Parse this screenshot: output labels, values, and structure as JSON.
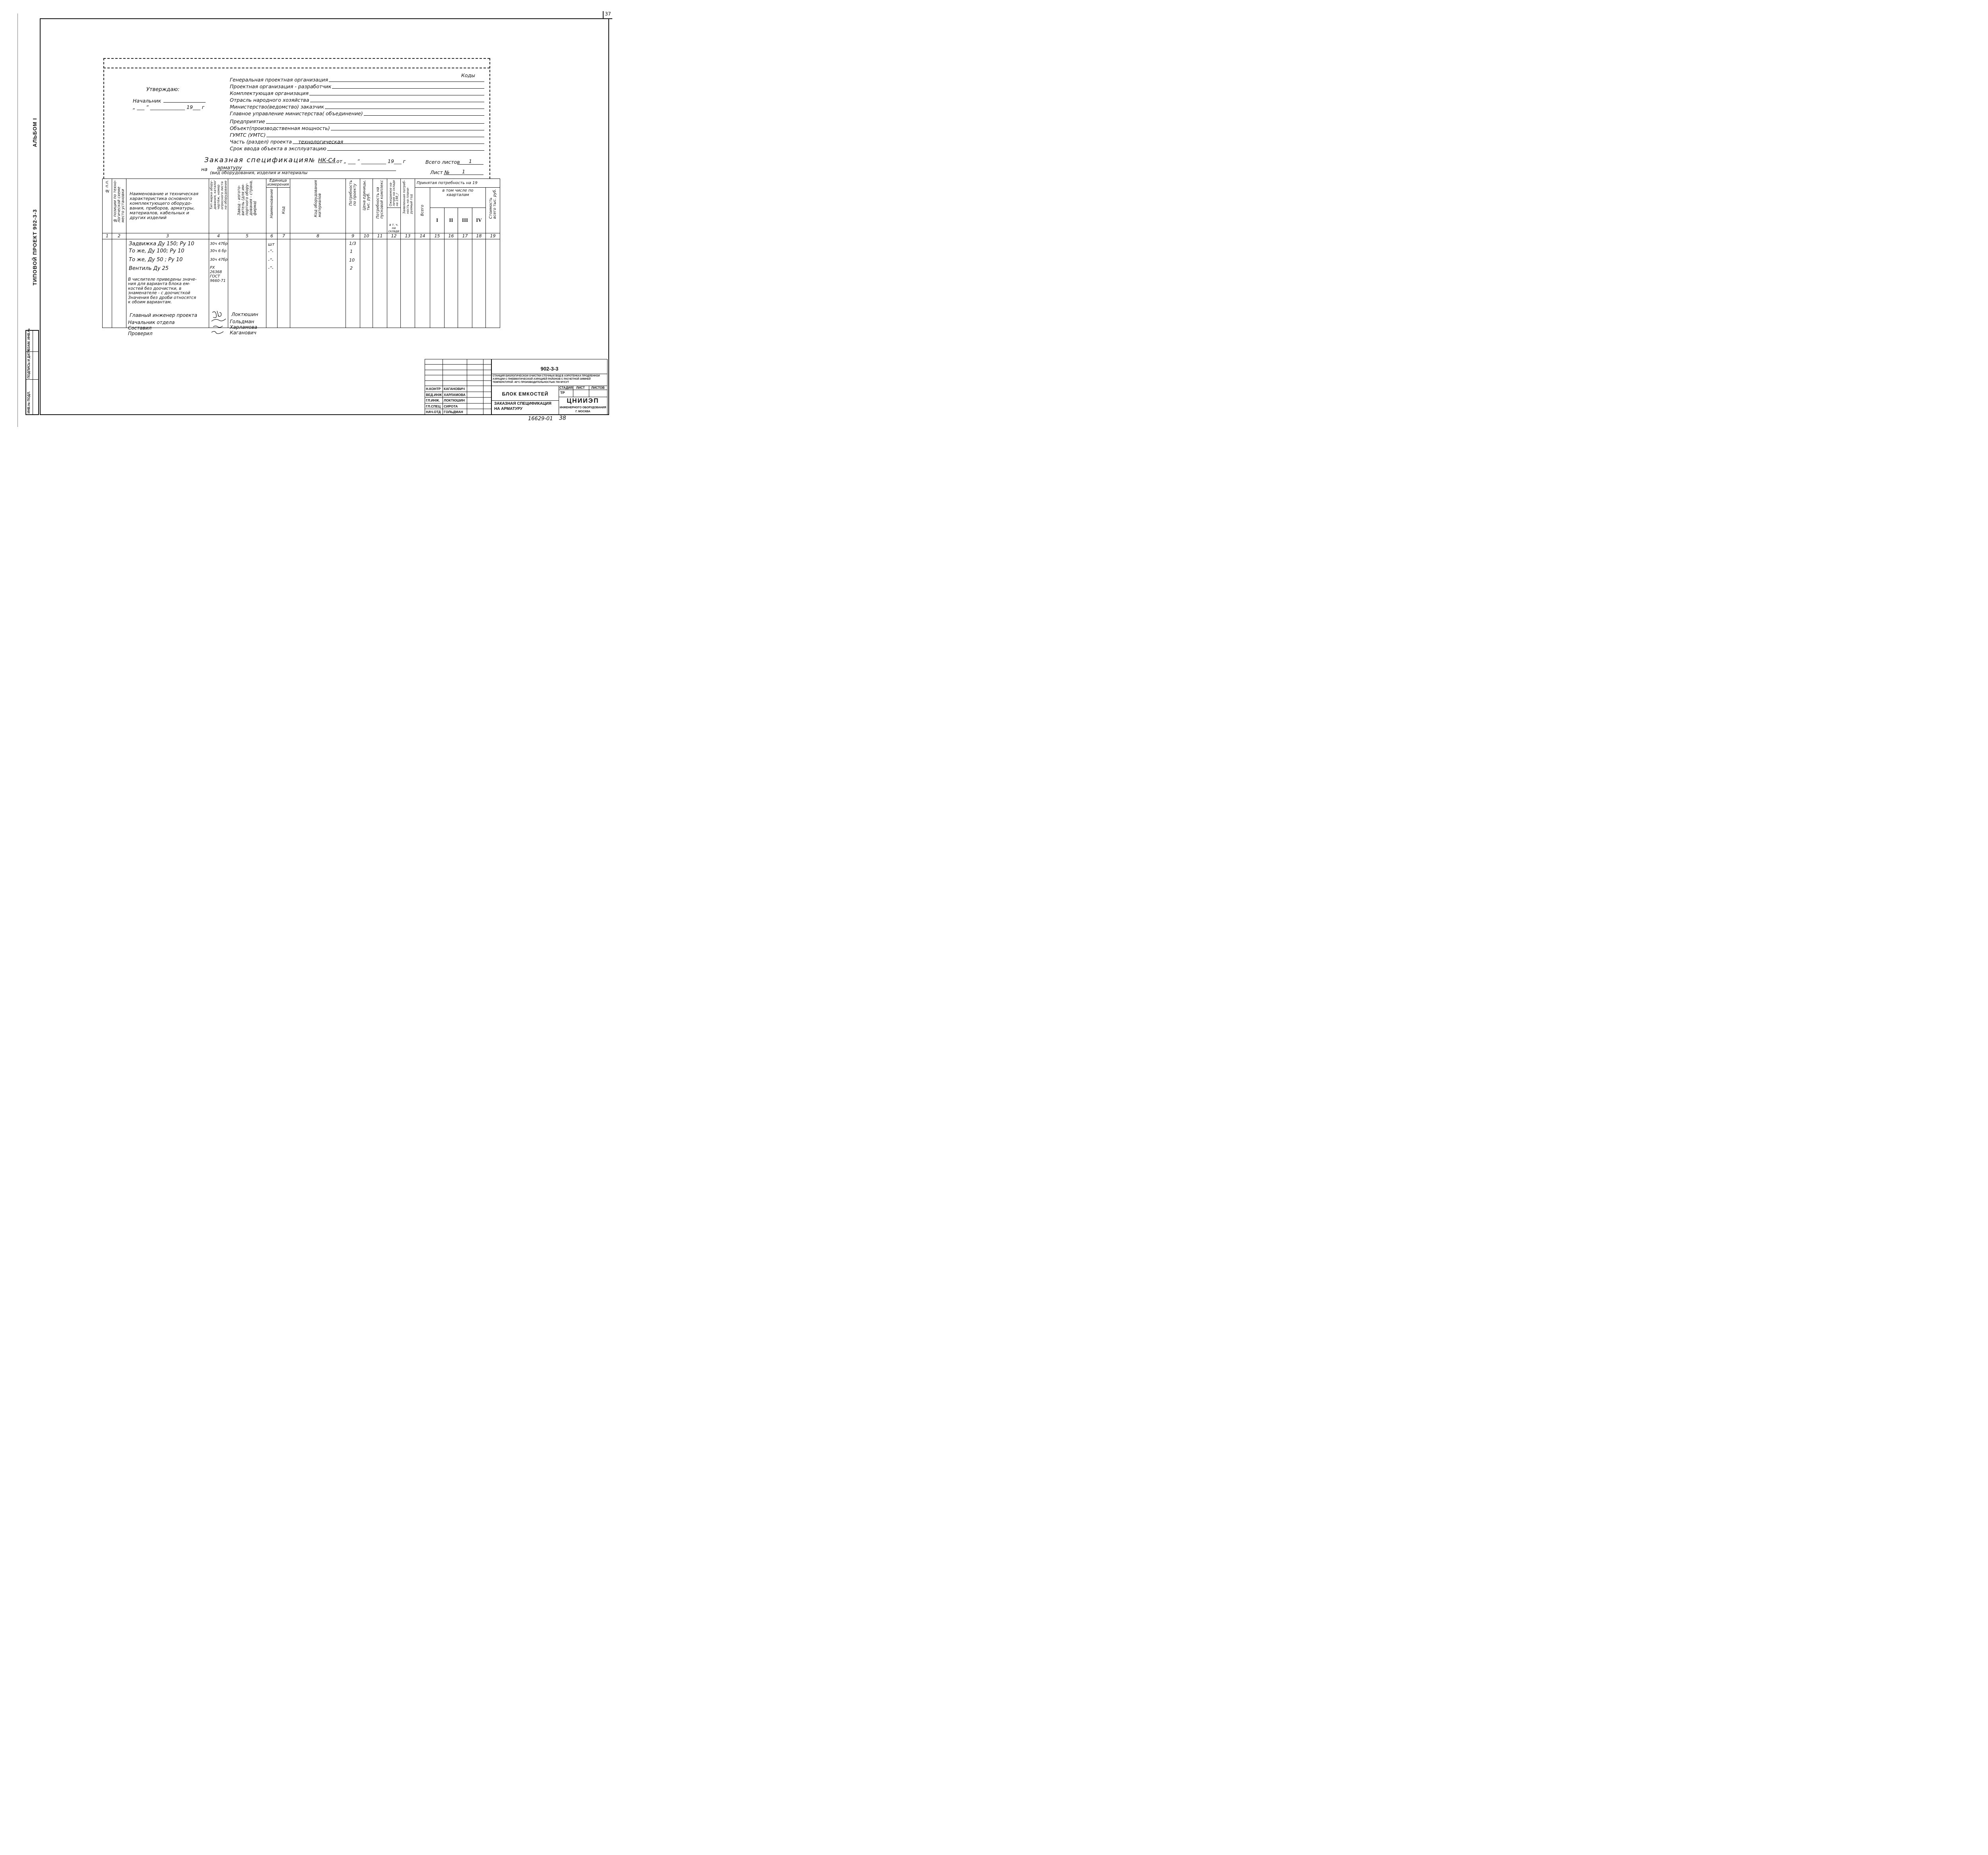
{
  "sheet_number": "37",
  "side_titles": {
    "album": "АЛЬБОМ I",
    "project": "ТИПОВОЙ ПРОЕКТ 902-3-3"
  },
  "side_stamp_fields": [
    "ИНВ.№ ПОДЛ.",
    "ПОДПИСЬ И ДАТА",
    "ВЗАМ. ИНВ.№"
  ],
  "approval": {
    "approved": "Утверждаю:",
    "chief": "Начальник",
    "date_line": "„ ___ ” ______________ 19___ г"
  },
  "codes_label": "Коды",
  "org_fields": [
    {
      "label": "Генеральная проектная организация",
      "value": ""
    },
    {
      "label": "Проектная организация - разработчик",
      "value": ""
    },
    {
      "label": "Комплектующая организация",
      "value": ""
    },
    {
      "label": "Отрасль народного хозяйства",
      "value": ""
    },
    {
      "label": "Министерство(ведомство) заказчик",
      "value": ""
    },
    {
      "label": "Главное управление министерства( объединение)",
      "value": ""
    },
    {
      "label": "Предприятие",
      "value": ""
    },
    {
      "label": "Объект(производственная мощность)",
      "value": ""
    },
    {
      "label": "ГУМТС (УМТС)",
      "value": ""
    },
    {
      "label": "Часть (раздел) проекта",
      "value": "технологическая"
    },
    {
      "label": "Срок ввода объекта в эксплуатацию",
      "value": ""
    }
  ],
  "spec_title": {
    "title": "Заказная спецификация",
    "number_label": "№",
    "number": "НК-С4",
    "date": "от „ ___ ” __________ 19___ г",
    "na_label": "на",
    "subject": "арматуру",
    "subject_caption": "(вид оборудования, изделия и материалы",
    "total_sheets_label": "Всего листов",
    "total_sheets": "1",
    "sheet_label": "Лист №",
    "sheet": "1"
  },
  "table": {
    "headers": {
      "c1": "№ п.п.",
      "c2": "№ позиции по техно-\nлогической схеме\nместо установки",
      "c3": "Наименование и техническая\nхарактеристика основного\nкомплектующего оборудо-\nвания, приборов, арматуры,\nматериалов, кабельных и\nдругих изделий",
      "c4": "Тип марка обору-\nдования, каталог\nчертёж, номер\nопросного листа\nна оборудование",
      "c5": "Завод - изгото-\nвитель (для им-\nпортного обору-\nдования - страна,\nфирма)",
      "unit_group": "Единица измерения",
      "c6": "Наименование",
      "c7": "Код",
      "c8": "Код оборудования\nматериалов",
      "c9": "Потребность\nпо проекту",
      "c10": "Цена единицы,\nтыс. руб.",
      "c11": "Потребность на\nпусковой комплекс",
      "c12": "Ожидаемое на-\nличие на складе\nна 198_г",
      "c12b": "в т. ч.\nна\nскладе",
      "c13": "Заявленная потреб-\nность на плани-\nруемый год",
      "accepted_group": "Принятая потребность на 19",
      "c14": "Всего",
      "quarters_group": "в том числе по кварталам",
      "c15": "I",
      "c16": "II",
      "c17": "III",
      "c18": "IV",
      "c19": "Стоимость\nвсего тыс. руб."
    },
    "column_numbers": [
      "1",
      "2",
      "3",
      "4",
      "5",
      "6",
      "7",
      "8",
      "9",
      "10",
      "11",
      "12",
      "13",
      "14",
      "15",
      "16",
      "17",
      "18",
      "19"
    ],
    "rows": [
      {
        "name": "Задвижка Ду 150; Ру 10",
        "type": "30ч 47бр",
        "unit": "шт",
        "qty": "1/3"
      },
      {
        "name": "То же, Ду 100; Ру 10",
        "type": "30ч 6 бр",
        "unit": "-”-",
        "qty": "1"
      },
      {
        "name": "То же, Ду 50 ; Ру 10",
        "type": "30ч 47бр",
        "unit": "-”-",
        "qty": "10"
      },
      {
        "name": "Вентиль Ду 25",
        "type": "РХ 26368 ГОСТ 9660-71",
        "unit": "-”-",
        "qty": "2"
      }
    ],
    "note": "В числителе приведены значе-\nния для варианта блока ем-\nкостей без доочистки, в\nзнаменателе - с доочисткой\nЗначения без дроби относятся\nк обоим вариантам.",
    "signatures": [
      {
        "role": "Главный инженер проекта",
        "name": "Локтюшин"
      },
      {
        "role": "Начальник отдела",
        "name": "Гольдман"
      },
      {
        "role": "Составил",
        "name": "Харламова"
      },
      {
        "role": "Проверил",
        "name": "Каганович"
      }
    ]
  },
  "title_block": {
    "code": "902-3-3",
    "description": "СТАНЦИЯ БИОЛОГИЧЕСКОЙ ОЧИСТКИ СТОЧНЫХ ВОД В АЭРОТЕНКАХ ПРОДЛЕННОЙ АЭРАЦИИ С ПНЕВМАТИЧЕСКОЙ АЭРАЦИЕЙ РАЙОНОВ С РАСЧЕТНОЙ ЗИМНЕЙ ТЕМПЕРАТУРОЙ -40°С ПРОИЗВОДИТЕЛЬНОСТЬЮ 700 М³/СУТ",
    "block_name": "БЛОК ЕМКОСТЕЙ",
    "doc_name": "ЗАКАЗНАЯ СПЕЦИФИКАЦИЯ НА АРМАТУРУ",
    "stage_label": "СТАДИЯ",
    "sheet_label": "ЛИСТ",
    "sheets_label": "ЛИСТОВ",
    "stage": "ТР",
    "org_logo": "ЦНИИЭП",
    "org_line": "ИНЖЕНЕРНОГО ОБОРУДОВАНИЯ",
    "org_city": "Г. МОСКВА",
    "staff": [
      {
        "role": "Н.КОНТР",
        "name": "КАГАНОВИЧ"
      },
      {
        "role": "ВЕД.ИНЖ",
        "name": "ХАРЛАМОВА"
      },
      {
        "role": "ГЛ.ИНЖ.",
        "name": "ЛОКТЮШИН"
      },
      {
        "role": "ГЛ.СПЕЦ",
        "name": "СИРОТА"
      },
      {
        "role": "НАЧ.ОТД",
        "name": "ГОЛЬДМАН"
      }
    ],
    "archive_number": "16629-01",
    "page": "38"
  }
}
